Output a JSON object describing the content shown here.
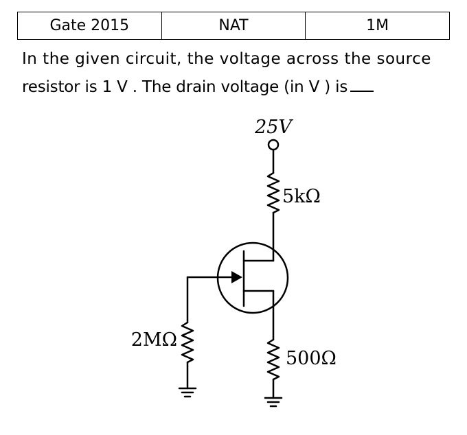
{
  "header": {
    "exam": "Gate 2015",
    "qtype": "NAT",
    "marks": "1M"
  },
  "question": {
    "line1": "In the given circuit, the voltage across the source",
    "line2": "resistor is 1 V . The drain voltage (in V ) is"
  },
  "circuit": {
    "supply_label": "25V",
    "drain_resistor_label": "5kΩ",
    "gate_resistor_label": "2MΩ",
    "source_resistor_label": "500Ω"
  }
}
